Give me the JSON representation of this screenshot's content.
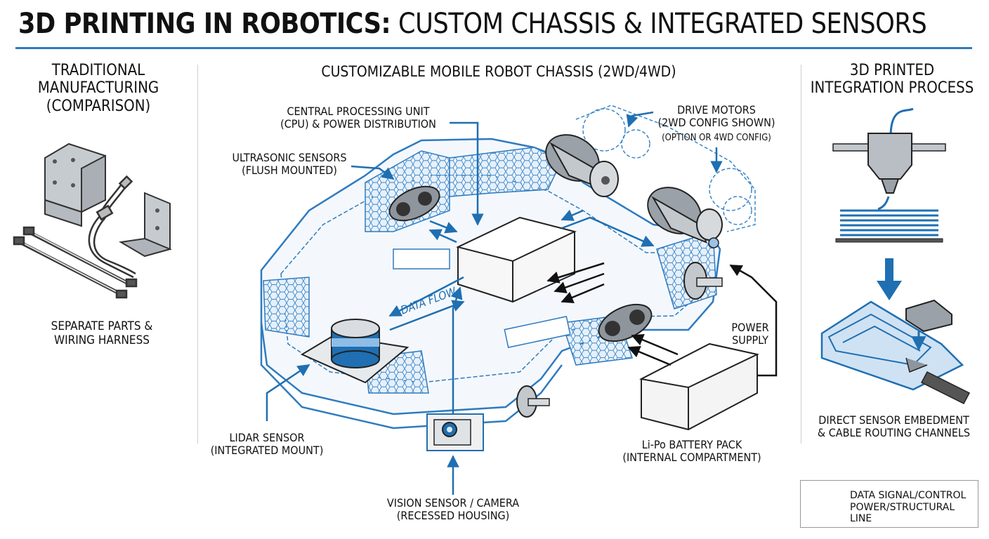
{
  "title": {
    "bold": "3D PRINTING IN ROBOTICS:",
    "rest": "CUSTOM CHASSIS & INTEGRATED SENSORS"
  },
  "left_panel": {
    "heading": "TRADITIONAL\nMANUFACTURING\n(COMPARISON)",
    "caption": "SEPARATE PARTS &\nWIRING HARNESS"
  },
  "center_panel": {
    "heading": "CUSTOMIZABLE MOBILE ROBOT CHASSIS (2WD/4WD)",
    "callouts": {
      "cpu": "CENTRAL PROCESSING UNIT\n(CPU) & POWER DISTRIBUTION",
      "ultrasonic": "ULTRASONIC SENSORS\n(FLUSH MOUNTED)",
      "drive_motors": "DRIVE MOTORS\n(2WD CONFIG SHOWN)",
      "drive_motors_note": "(OPTION OR 4WD CONFIG)",
      "data_flow": "DATA FLOW",
      "power_supply": "POWER\nSUPPLY",
      "lidar": "LIDAR SENSOR\n(INTEGRATED MOUNT)",
      "battery": "Li-Po BATTERY PACK\n(INTERNAL COMPARTMENT)",
      "vision": "VISION SENSOR / CAMERA\n(RECESSED HOUSING)"
    }
  },
  "right_panel": {
    "heading": "3D PRINTED\nINTEGRATION PROCESS",
    "caption": "DIRECT SENSOR EMBEDMENT\n& CABLE ROUTING CHANNELS"
  },
  "legend": {
    "items": [
      {
        "label": "DATA SIGNAL/CONTROL",
        "color": "#1f6fb2"
      },
      {
        "label": "POWER/STRUCTURAL LINE",
        "color": "#111111"
      }
    ]
  },
  "colors": {
    "accent_blue": "#2f7bbf",
    "line_blue": "#1f6fb2",
    "light_blue": "#cfe2f3",
    "steel": "#b9bec4"
  }
}
